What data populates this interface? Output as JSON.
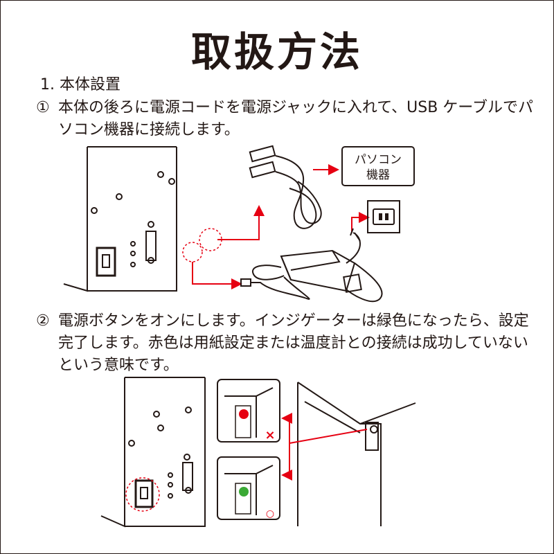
{
  "title": "取扱方法",
  "section": "1. 本体設置",
  "steps": [
    {
      "num": "①",
      "text": "本体の後ろに電源コードを電源ジャックに入れて、USB ケーブルでパソコン機器に接続します。"
    },
    {
      "num": "②",
      "text": "電源ボタンをオンにします。インジゲーターは緑色になったら、設定完了します。赤色は用紙設定または温度計との接続は成功していないという意味です。"
    }
  ],
  "diagram1": {
    "pc_box_line1": "パソコン",
    "pc_box_line2": "機器"
  },
  "diagram2": {
    "fail_mark": "×",
    "ok_mark": "○"
  },
  "colors": {
    "accent_red": "#e60012",
    "indicator_red": "#e60012",
    "indicator_green": "#3aa935",
    "ink": "#231815"
  }
}
